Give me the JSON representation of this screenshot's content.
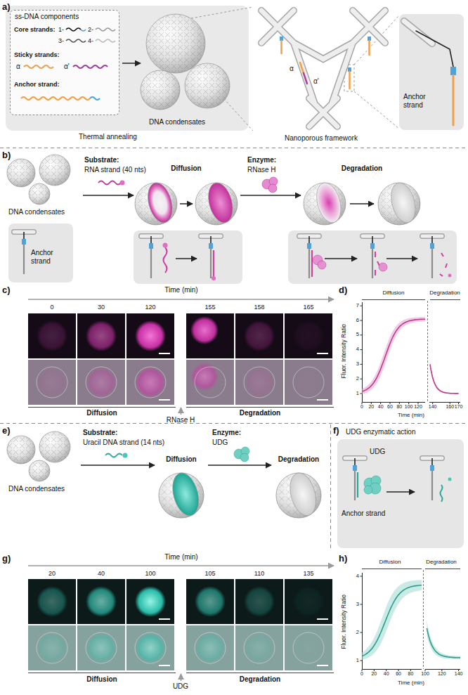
{
  "diagram": {
    "nodes": [
      {
        "text": [
          "DNA condensates"
        ]
      },
      {
        "text": [
          "ss-DNA components",
          "Core strands:",
          "1-",
          "2-",
          "3-",
          "4-",
          "Sticky strands:",
          "α",
          "α'",
          "Anchor strand:"
        ],
        "in": 0
      },
      {
        "text": [
          "Anchor strand"
        ]
      },
      {
        "text": [
          "Anchor strand"
        ]
      },
      {
        "text": [
          "UDG",
          "Anchor strand"
        ]
      }
    ],
    "labels": [
      "a)",
      "Thermal annealing",
      "Nanoporous framework",
      "α",
      "α'",
      "b)",
      "DNA condensates",
      "Substrate:",
      "RNA strand (40 nts)",
      "Diffusion",
      "Enzyme:",
      "RNase H",
      "Degradation",
      "c)",
      "Time (min)",
      "0",
      "30",
      "120",
      "155",
      "158",
      "165",
      "Diffusion",
      "RNase H",
      "Degradation",
      "d)",
      "Diffusion",
      "Degradation",
      "Fluor. Intensity Ratio",
      "1",
      "2",
      "3",
      "4",
      "5",
      "6",
      "7",
      "0",
      "20",
      "40",
      "60",
      "80",
      "100",
      "120",
      "140",
      "160",
      "170",
      "Time (min)",
      "e)",
      "DNA condensates",
      "Substrate:",
      "Uracil DNA strand (14 nts)",
      "Diffusion",
      "Enzyme:",
      "UDG",
      "Degradation",
      "f)",
      "UDG enzymatic action",
      "g)",
      "Time (min)",
      "20",
      "40",
      "100",
      "105",
      "110",
      "135",
      "Diffusion",
      "UDG",
      "Degradation",
      "h)",
      "Diffusion",
      "Degradation",
      "Fluor. Intensity Ratio",
      "1",
      "2",
      "3",
      "4",
      "0",
      "20",
      "40",
      "60",
      "80",
      "100",
      "120",
      "140",
      "Time (min)"
    ]
  }
}
